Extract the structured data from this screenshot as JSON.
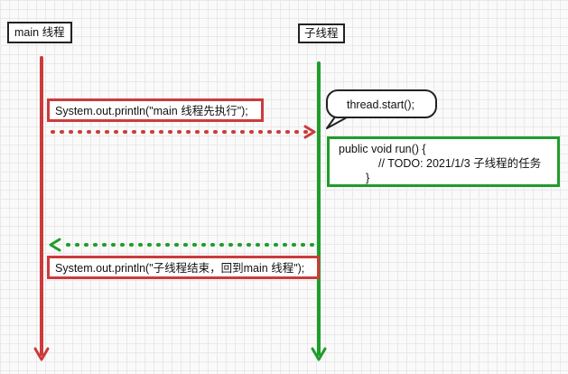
{
  "participants": {
    "main": "main 线程",
    "child": "子线程"
  },
  "messages": {
    "main_print": "System.out.println(\"main 线程先执行\");",
    "child_start": "thread.start();",
    "run_method": {
      "line1": "public void run() {",
      "line2": "// TODO: 2021/1/3 子线程的任务",
      "line3": "}"
    },
    "back_print": "System.out.println(\"子线程结束，回到main 线程\");"
  },
  "colors": {
    "main_lifeline": "#cc3b3b",
    "child_lifeline": "#1f9d2b",
    "box_border": "#222222"
  }
}
